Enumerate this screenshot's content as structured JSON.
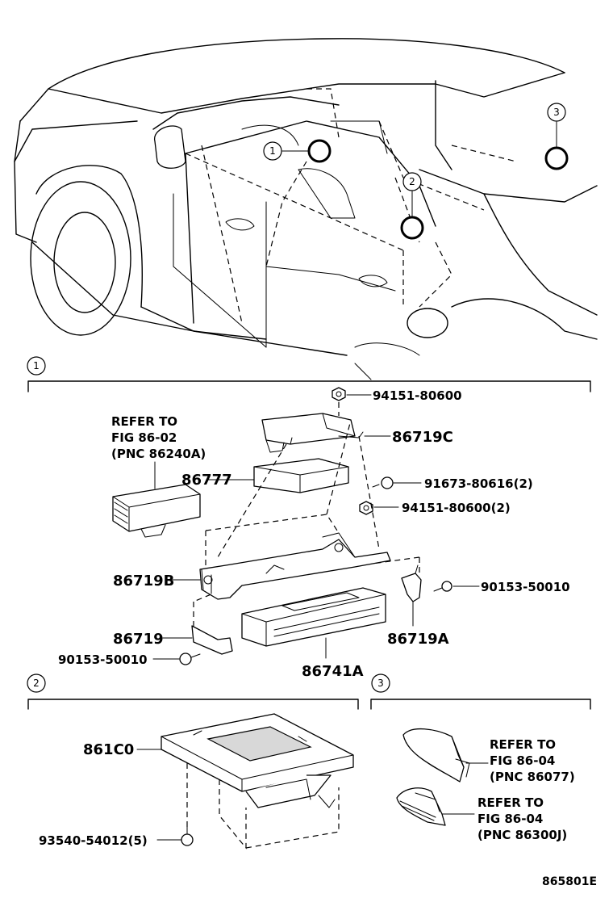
{
  "callouts": {
    "one": "1",
    "two": "2",
    "three": "3"
  },
  "section1": {
    "refer_a": [
      "REFER TO",
      "FIG 86-02",
      "(PNC 86240A)"
    ],
    "p94151_top": "94151-80600",
    "p86719C": "86719C",
    "p86777": "86777",
    "p91673": "91673-80616(2)",
    "p94151_2": "94151-80600(2)",
    "p86719B": "86719B",
    "p90153_r": "90153-50010",
    "p86719": "86719",
    "p86719A": "86719A",
    "p90153_l": "90153-50010",
    "p86741A": "86741A"
  },
  "section2": {
    "p861C0": "861C0",
    "p93540": "93540-54012(5)"
  },
  "section3": {
    "refer_b": [
      "REFER TO",
      "FIG 86-04",
      "(PNC 86077)"
    ],
    "refer_c": [
      "REFER TO",
      "FIG 86-04",
      "(PNC 86300J)"
    ]
  },
  "footer": {
    "code": "865801E"
  }
}
